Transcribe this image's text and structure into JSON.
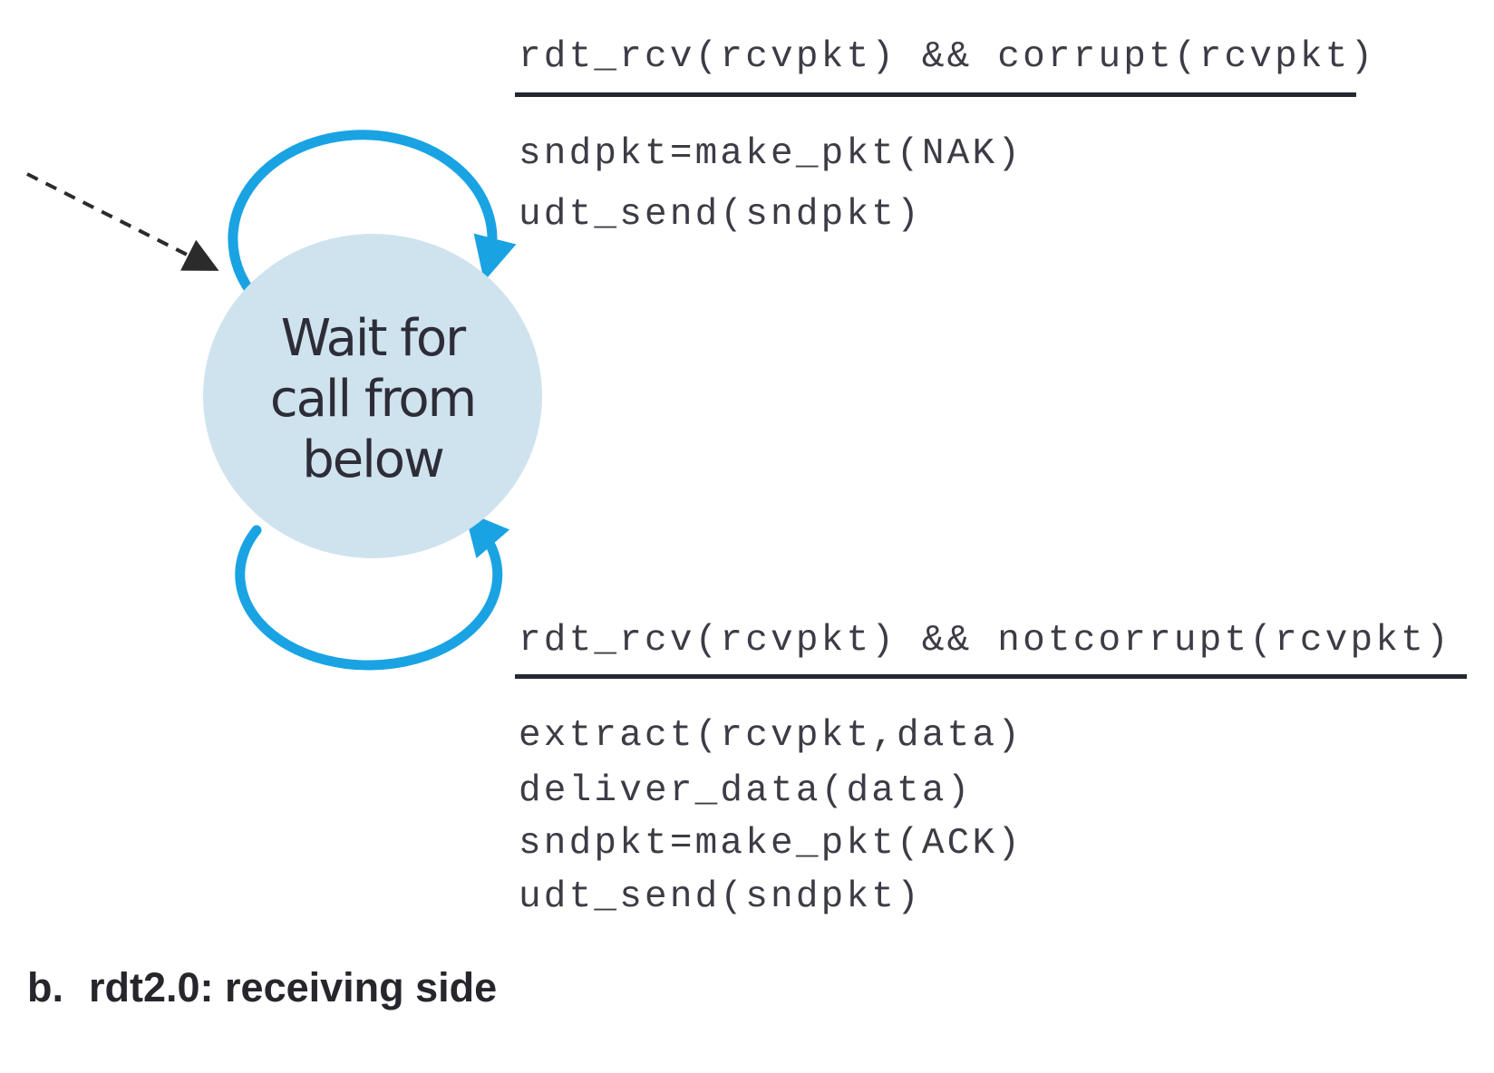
{
  "figure": {
    "state": {
      "lines": [
        "Wait for",
        "call from",
        "below"
      ]
    },
    "transition_top": {
      "guard": "rdt_rcv(rcvpkt) && corrupt(rcvpkt)",
      "actions": [
        "sndpkt=make_pkt(NAK)",
        "udt_send(sndpkt)"
      ]
    },
    "transition_bottom": {
      "guard": "rdt_rcv(rcvpkt) && notcorrupt(rcvpkt)",
      "actions": [
        "extract(rcvpkt,data)",
        "deliver_data(data)",
        "sndpkt=make_pkt(ACK)",
        "udt_send(sndpkt)"
      ]
    },
    "caption": {
      "prefix": "b.",
      "text": "rdt2.0: receiving side"
    },
    "icons": {
      "initial_state_arrow": "dashed-arrow-with-solid-triangle-head",
      "self_loop_top": "clockwise-loop-arrow",
      "self_loop_bottom": "counterclockwise-loop-arrow"
    },
    "colors": {
      "loop_arrow_blue": "#1aa3e3",
      "state_fill": "#cfe3ee",
      "state_text": "#2d2d38",
      "code_text": "#3c3c46",
      "rule": "#232833",
      "initial_arrow": "#2b2b2b",
      "background": "#ffffff"
    }
  }
}
